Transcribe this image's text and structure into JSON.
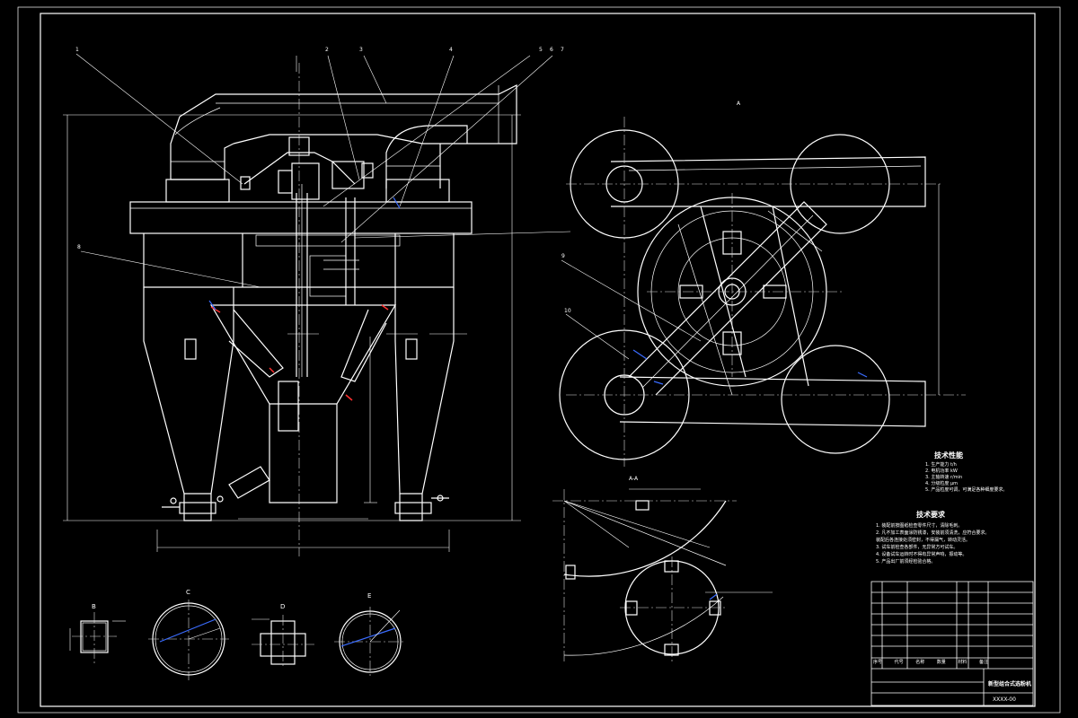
{
  "tech_perf": {
    "title": "技术性能",
    "lines": [
      "1. 生产能力 t/h",
      "2. 电机功率 kW",
      "3. 主轴转速 r/min",
      "4. 分级粒度 μm",
      "5. 产品粒度可调，可满足各种细度要求。"
    ]
  },
  "tech_req": {
    "title": "技术要求",
    "lines": [
      "1. 装配前按图纸检查零件尺寸，清除毛刺。",
      "2. 凡不加工表面涂防锈漆，安装前须清洗，应符合要求。",
      "   装配后各连接处须密封，不得漏气，转动灵活。",
      "3. 试车前检查各部件，无异常方可试车。",
      "4. 设备试车运转时不得有异常声响，振动等。",
      "5. 产品出厂前须经检验合格。"
    ]
  },
  "view_labels": {
    "view_c": "C",
    "view_e": "E",
    "view_b": "B",
    "view_d": "D",
    "top_view": "A",
    "section_view": "A-A"
  },
  "title_block": {
    "product_name": "新型组合式选粉机",
    "drawing_no": "XXXX-00",
    "headers": [
      "序号",
      "代号",
      "名称",
      "数量",
      "材料",
      "备注"
    ]
  },
  "balloons": [
    "1",
    "2",
    "3",
    "4",
    "5",
    "6",
    "7",
    "8",
    "9",
    "10"
  ]
}
